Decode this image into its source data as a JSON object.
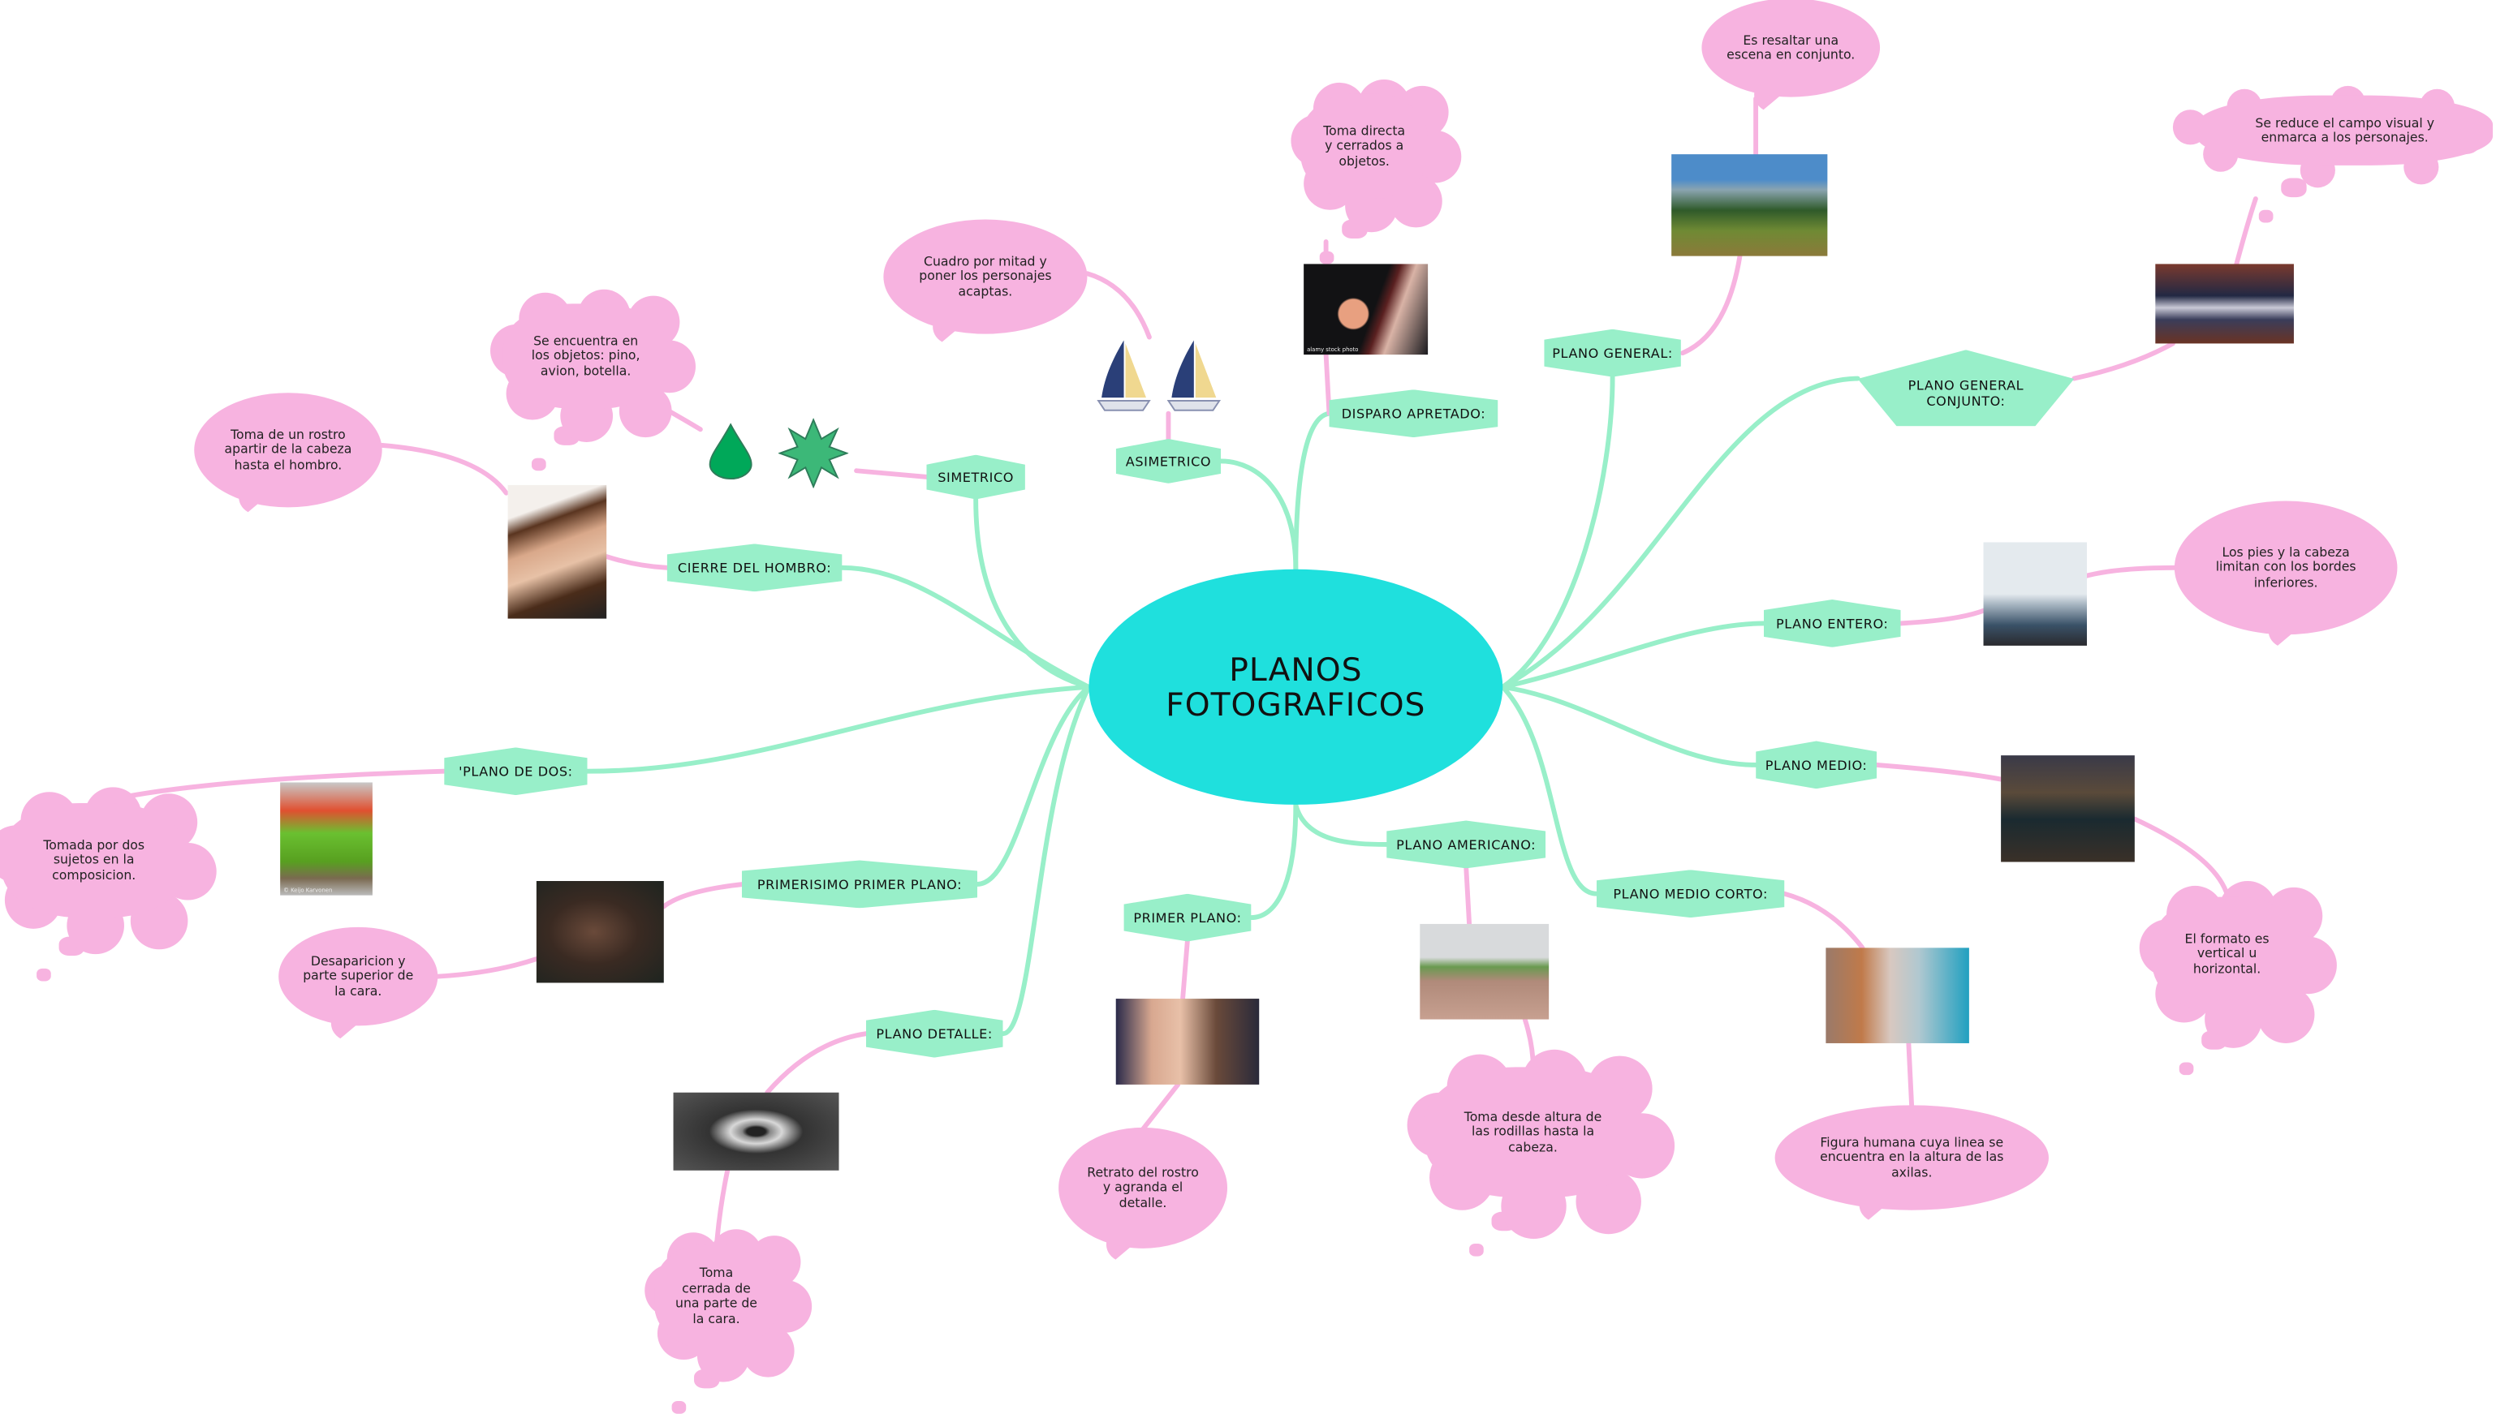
{
  "center": {
    "title": "PLANOS\nFOTOGRAFICOS"
  },
  "colors": {
    "center": "#1fe0dd",
    "node": "#98efc9",
    "bubble": "#f7b3e0",
    "green_link": "#98efc9",
    "pink_link": "#f7b3e0"
  },
  "nodes": [
    {
      "id": "simetrico",
      "label": "SIMETRICO"
    },
    {
      "id": "asimetrico",
      "label": "ASIMETRICO"
    },
    {
      "id": "disparo",
      "label": "DISPARO APRETADO:"
    },
    {
      "id": "general",
      "label": "PLANO GENERAL:"
    },
    {
      "id": "conjunto",
      "label": "PLANO GENERAL\nCONJUNTO:"
    },
    {
      "id": "entero",
      "label": "PLANO ENTERO:"
    },
    {
      "id": "medio",
      "label": "PLANO MEDIO:"
    },
    {
      "id": "mediocorto",
      "label": "PLANO MEDIO CORTO:"
    },
    {
      "id": "americano",
      "label": "PLANO AMERICANO:"
    },
    {
      "id": "primer",
      "label": "PRIMER PLANO:"
    },
    {
      "id": "detalle",
      "label": "PLANO DETALLE:"
    },
    {
      "id": "primerisimo",
      "label": "PRIMERISIMO PRIMER PLANO:"
    },
    {
      "id": "dedos",
      "label": "'PLANO DE DOS:"
    },
    {
      "id": "cierre",
      "label": "CIERRE DEL HOMBRO:"
    }
  ],
  "bubbles": [
    {
      "id": "cierre",
      "text": "Toma de un rostro\napartir de la cabeza\nhasta el hombro."
    },
    {
      "id": "simetrico",
      "text": "Se encuentra en\nlos objetos: pino,\navion, botella."
    },
    {
      "id": "asimetrico",
      "text": "Cuadro por mitad y\nponer los personajes\nacaptas."
    },
    {
      "id": "disparo",
      "text": "Toma directa\ny cerrados a\nobjetos."
    },
    {
      "id": "general",
      "text": "Es resaltar una\nescena en conjunto."
    },
    {
      "id": "conjunto",
      "text": "Se reduce el campo visual y\nenmarca a los personajes."
    },
    {
      "id": "entero",
      "text": "Los pies y la cabeza\nlimitan con los bordes\ninferiores."
    },
    {
      "id": "medio",
      "text": "El formato es\nvertical u\nhorizontal."
    },
    {
      "id": "mediocorto",
      "text": "Figura humana cuya linea se\nencuentra en la altura de las\naxilas."
    },
    {
      "id": "americano",
      "text": "Toma desde altura de\nlas rodillas hasta la\ncabeza."
    },
    {
      "id": "primer",
      "text": "Retrato del rostro\ny agranda el\ndetalle."
    },
    {
      "id": "detalle",
      "text": "Toma\ncerrada de\nuna parte de\nla cara."
    },
    {
      "id": "primerisimo",
      "text": "Desaparicion y\nparte superior de\nla cara."
    },
    {
      "id": "dedos",
      "text": "Tomada por dos\nsujetos en la\ncomposicion."
    }
  ],
  "images": [
    {
      "id": "cierre",
      "subject": "woman-portrait",
      "watermark": ""
    },
    {
      "id": "disparo",
      "subject": "macaron-lips",
      "watermark": "alamy stock photo"
    },
    {
      "id": "general",
      "subject": "mountain-landscape",
      "watermark": ""
    },
    {
      "id": "conjunto",
      "subject": "group-on-stairs",
      "watermark": ""
    },
    {
      "id": "entero",
      "subject": "woman-on-rock",
      "watermark": ""
    },
    {
      "id": "medio",
      "subject": "man-by-fireplace",
      "watermark": ""
    },
    {
      "id": "mediocorto",
      "subject": "girl-by-wall",
      "watermark": ""
    },
    {
      "id": "americano",
      "subject": "man-standing",
      "watermark": ""
    },
    {
      "id": "primer",
      "subject": "woman-face",
      "watermark": ""
    },
    {
      "id": "detalle",
      "subject": "eye-closeup",
      "watermark": ""
    },
    {
      "id": "primerisimo",
      "subject": "man-face",
      "watermark": ""
    },
    {
      "id": "dedos",
      "subject": "two-parrots",
      "watermark": "© Keijo Karvonen"
    }
  ],
  "icons": [
    "drop-icon",
    "star-icon",
    "sailboat-icon",
    "sailboat-icon"
  ]
}
